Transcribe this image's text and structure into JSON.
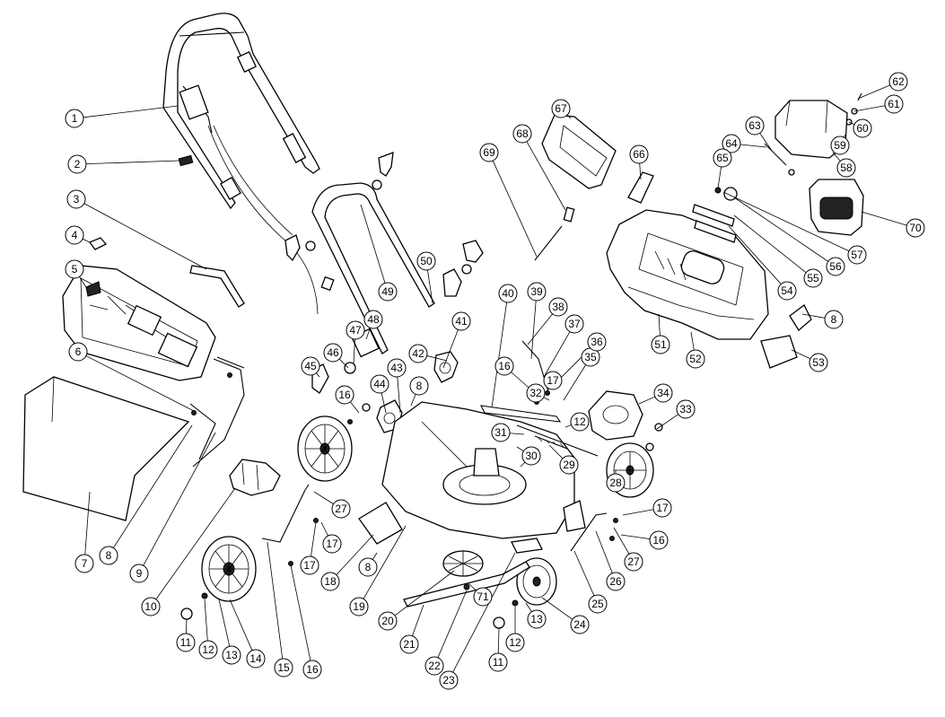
{
  "callouts": [
    "1",
    "2",
    "3",
    "4",
    "5",
    "6",
    "7",
    "8",
    "9",
    "10",
    "11",
    "12",
    "13",
    "14",
    "15",
    "16",
    "17",
    "18",
    "19",
    "20",
    "21",
    "22",
    "23",
    "24",
    "25",
    "26",
    "27",
    "28",
    "29",
    "30",
    "31",
    "32",
    "33",
    "34",
    "35",
    "36",
    "37",
    "38",
    "39",
    "40",
    "41",
    "42",
    "43",
    "44",
    "45",
    "46",
    "47",
    "48",
    "49",
    "50",
    "51",
    "52",
    "53",
    "54",
    "55",
    "56",
    "57",
    "58",
    "59",
    "60",
    "61",
    "62",
    "63",
    "64",
    "65",
    "66",
    "67",
    "68",
    "69",
    "70",
    "71"
  ],
  "extra_callouts": [
    "8",
    "8",
    "8",
    "11",
    "12",
    "13",
    "16",
    "16",
    "16",
    "17",
    "17",
    "17",
    "27",
    "12"
  ]
}
